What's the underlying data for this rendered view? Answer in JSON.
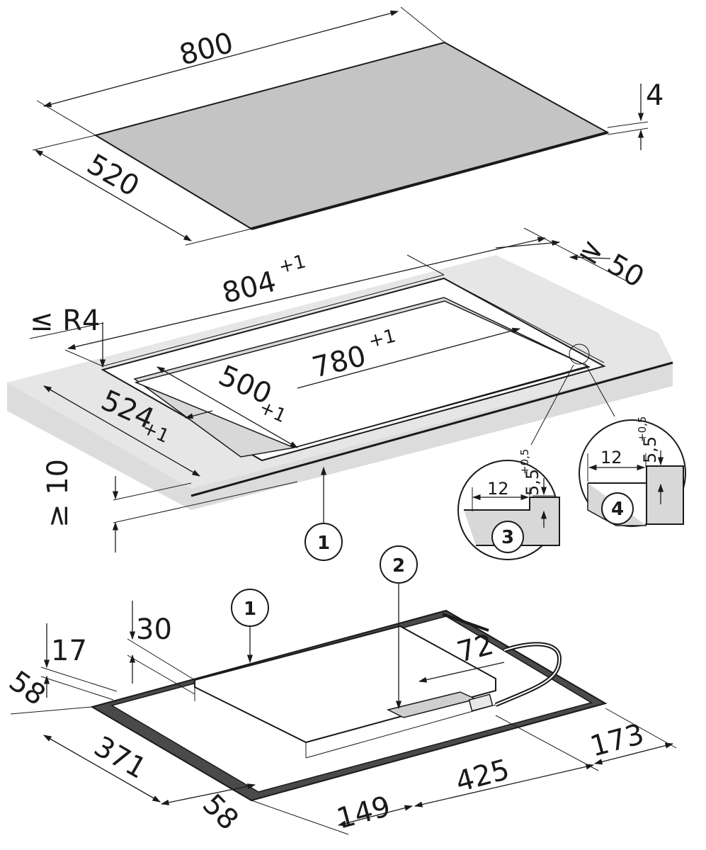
{
  "hob": {
    "width": "800",
    "depth": "520",
    "thickness": "4"
  },
  "cutout": {
    "outer_width": "804",
    "outer_width_tol": "+1",
    "outer_depth": "524",
    "outer_depth_tol": "+1",
    "inner_width": "780",
    "inner_width_tol": "+1",
    "inner_depth": "500",
    "inner_depth_tol": "+1",
    "corner_radius": "≤ R4",
    "back_clearance": "≥ 50",
    "worktop_thickness": "≥ 10"
  },
  "details": {
    "detail3": {
      "rebate_width": "12",
      "rebate_depth": "5,5",
      "rebate_depth_tol": "+0,5",
      "label": "3"
    },
    "detail4": {
      "rebate_width": "12",
      "rebate_depth": "5,5",
      "rebate_depth_tol": "+0,5",
      "label": "4"
    }
  },
  "underside": {
    "dim_17": "17",
    "dim_30": "30",
    "dim_58_left": "58",
    "dim_371": "371",
    "dim_58_bottom": "58",
    "dim_149": "149",
    "dim_425": "425",
    "dim_173": "173",
    "dim_72": "72"
  },
  "callouts": {
    "c1": "1",
    "c2": "2"
  }
}
